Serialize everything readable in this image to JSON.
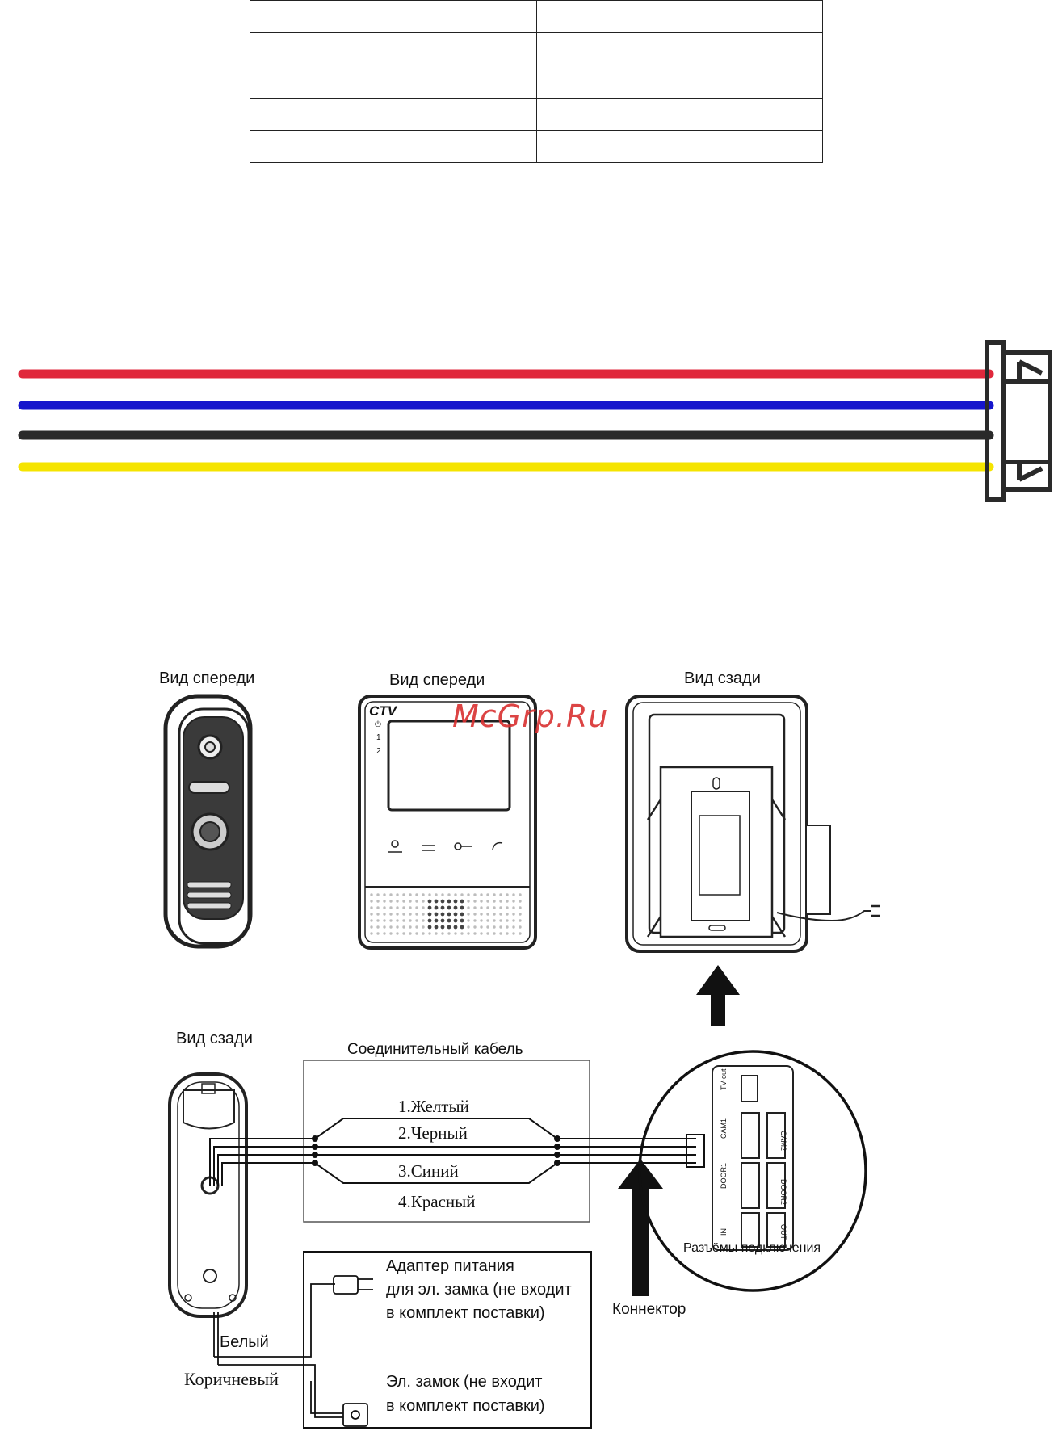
{
  "table": {
    "rows": [
      [
        "",
        ""
      ],
      [
        "",
        ""
      ],
      [
        "",
        ""
      ],
      [
        "",
        ""
      ],
      [
        "",
        ""
      ]
    ]
  },
  "wires": {
    "colors": [
      "#e0283c",
      "#1515cc",
      "#2a2a2a",
      "#f5e400"
    ]
  },
  "views": {
    "panel_front": "Вид спереди",
    "monitor_front": "Вид спереди",
    "monitor_back": "Вид сзади",
    "panel_back": "Вид сзади"
  },
  "monitor": {
    "brand": "CTV",
    "indicators": [
      "⏻",
      "1",
      "2"
    ]
  },
  "watermark": "McGrp.Ru",
  "cable": {
    "title": "Соединительный кабель",
    "wires": [
      "1.Желтый",
      "2.Черный",
      "3.Синий",
      "4.Красный"
    ]
  },
  "connectors": {
    "title": "Разъёмы подключения",
    "left": [
      "TV-out",
      "CAM1",
      "DOOR1",
      "IN"
    ],
    "right": [
      "CAM2",
      "DOOR2",
      "OUT"
    ]
  },
  "connector_label": "Коннектор",
  "lock_box": {
    "adapter": [
      "Адаптер питания",
      "для эл. замка (не входит",
      "в комплект поставки)"
    ],
    "lock": [
      "Эл. замок (не входит",
      "в комплект поставки)"
    ]
  },
  "wire_labels": {
    "white": "Белый",
    "brown": "Коричневый"
  }
}
